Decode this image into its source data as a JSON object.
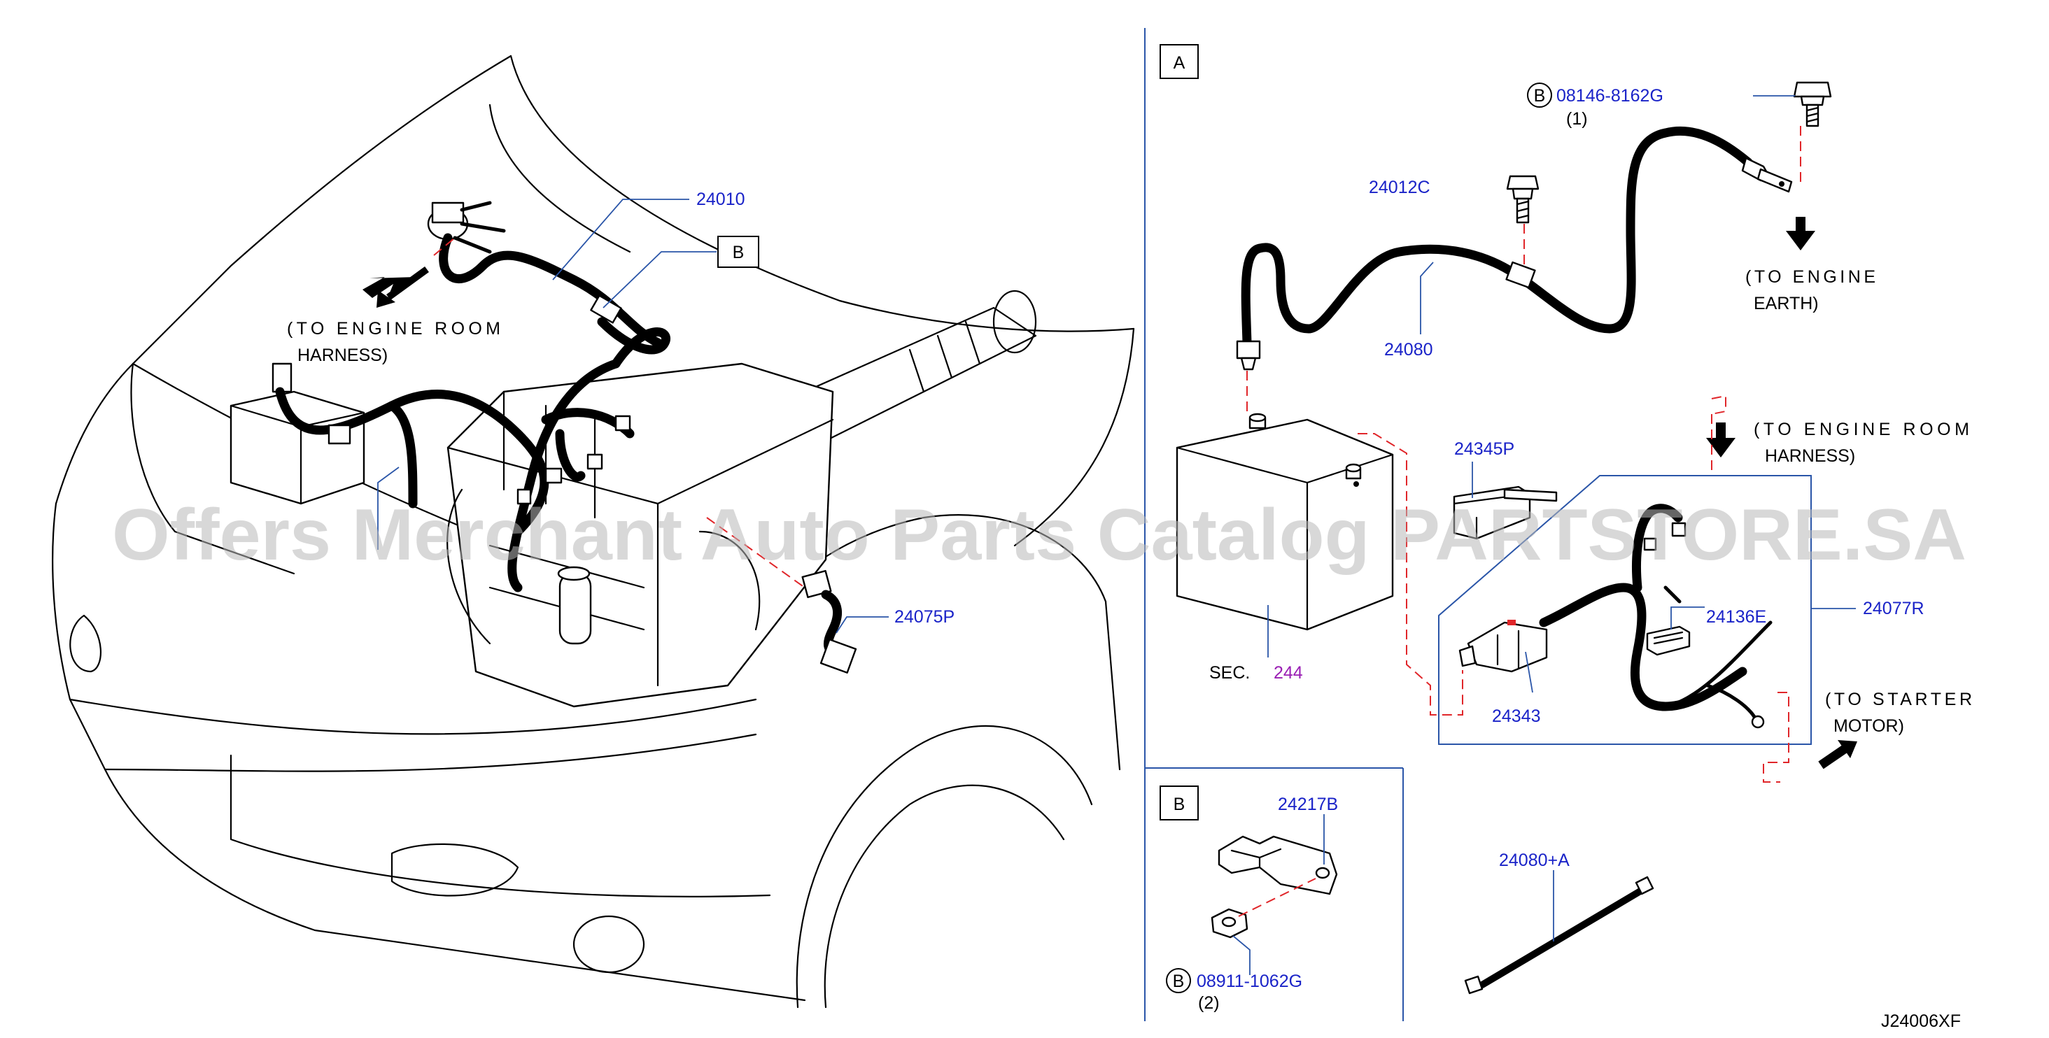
{
  "watermark": "Offers Merchant Auto Parts Catalog PARTSTORE.SA",
  "diagram_code": "J24006XF",
  "main_view": {
    "labels": {
      "harness_24010": "24010",
      "harness_24075p": "24075P",
      "view_b_marker": "B"
    },
    "notes": {
      "engine_room_line1": "(TO ENGINE ROOM",
      "engine_room_line2": "HARNESS)"
    }
  },
  "section_a": {
    "marker": "A",
    "labels": {
      "bolt_08146": "08146-8162G",
      "bolt_08146_qty": "(1)",
      "bolt_prefix_b": "B",
      "bolt_24012c": "24012C",
      "cable_24080": "24080",
      "bracket_24345p": "24345P",
      "harness_24077r": "24077R",
      "connector_24136e": "24136E",
      "fusible_24343": "24343",
      "battery_sec": "SEC.",
      "battery_sec_num": "244"
    },
    "notes": {
      "engine_earth_line1": "(TO ENGINE",
      "engine_earth_line2": "EARTH)",
      "engine_room_line1": "(TO ENGINE ROOM",
      "engine_room_line2": "HARNESS)",
      "starter_line1": "(TO STARTER",
      "starter_line2": "MOTOR)"
    }
  },
  "section_b": {
    "marker": "B",
    "labels": {
      "bracket_24217b": "24217B",
      "nut_08911": "08911-1062G",
      "nut_prefix_b": "B",
      "nut_qty": "(2)"
    }
  },
  "loose_part": {
    "label": "24080+A"
  }
}
